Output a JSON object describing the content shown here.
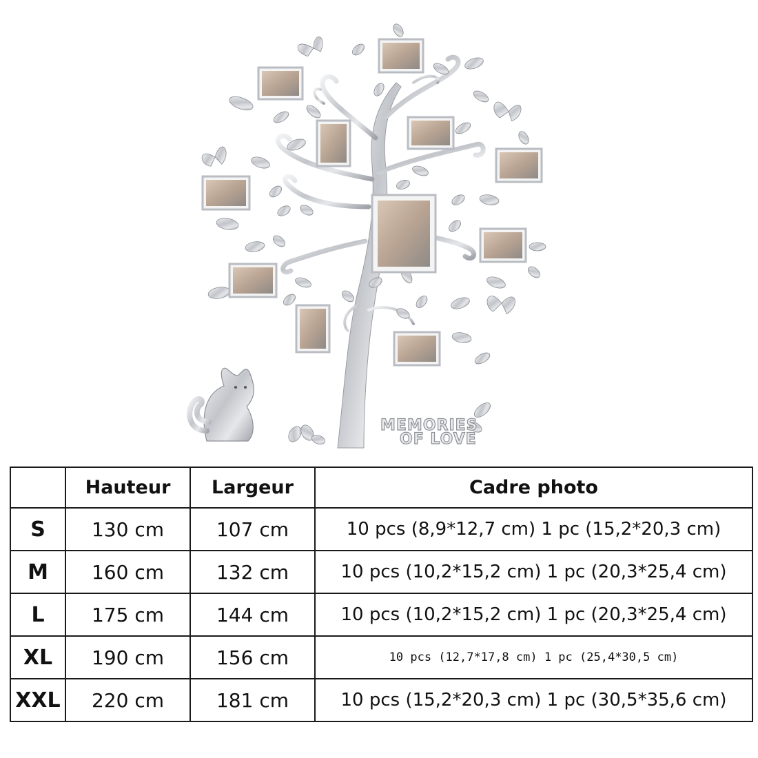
{
  "illustration": {
    "caption_line1": "MEMORIES",
    "caption_line2": "OF LOVE",
    "colors": {
      "silver": "#c9ccd1",
      "frame": "#f4f4f4",
      "border": "#b9bcc2"
    },
    "icons": [
      "tree-icon",
      "butterfly-icon",
      "cat-icon",
      "leaf-icon",
      "photo-frame-icon"
    ]
  },
  "table": {
    "headers": {
      "size": "",
      "height": "Hauteur",
      "width": "Largeur",
      "frames": "Cadre photo"
    },
    "rows": [
      {
        "size": "S",
        "height": "130 cm",
        "width": "107 cm",
        "frames": "10 pcs (8,9*12,7 cm) 1 pc (15,2*20,3 cm)"
      },
      {
        "size": "M",
        "height": "160 cm",
        "width": "132 cm",
        "frames": "10 pcs (10,2*15,2 cm) 1 pc (20,3*25,4 cm)"
      },
      {
        "size": "L",
        "height": "175 cm",
        "width": "144 cm",
        "frames": "10 pcs (10,2*15,2 cm) 1 pc (20,3*25,4 cm)"
      },
      {
        "size": "XL",
        "height": "190 cm",
        "width": "156 cm",
        "frames": "10 pcs (12,7*17,8 cm) 1 pc (25,4*30,5 cm)"
      },
      {
        "size": "XXL",
        "height": "220 cm",
        "width": "181 cm",
        "frames": "10 pcs (15,2*20,3 cm) 1 pc (30,5*35,6 cm)"
      }
    ]
  }
}
